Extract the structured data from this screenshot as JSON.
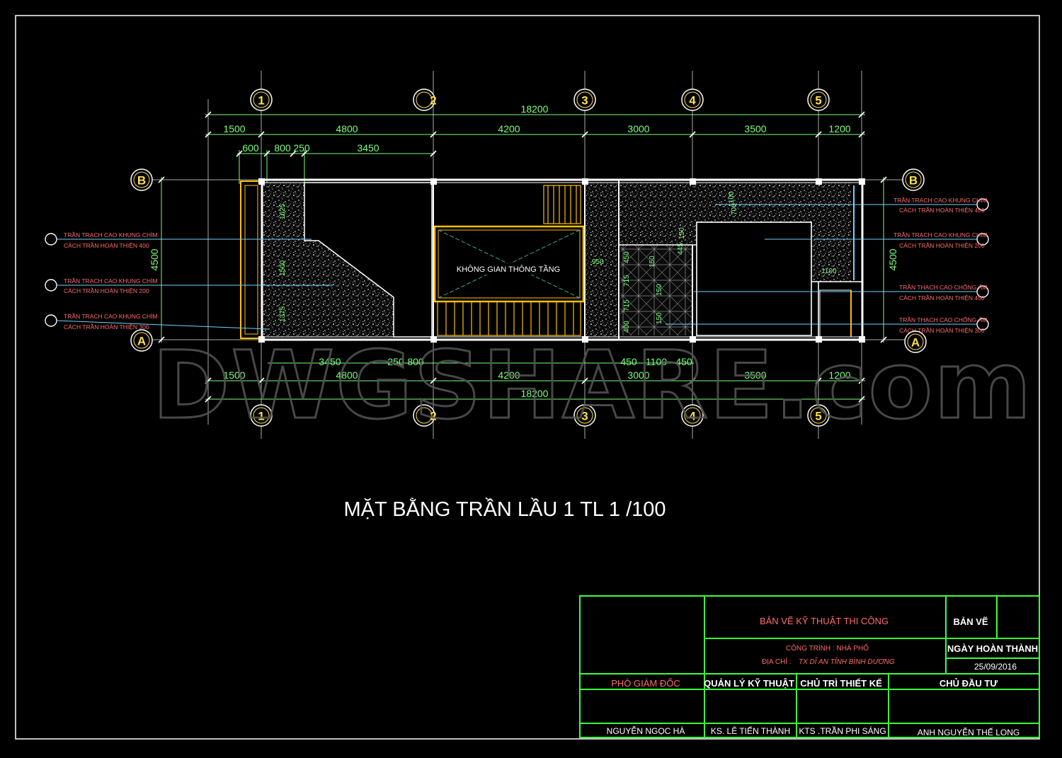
{
  "drawing_title": "MẶT BẰNG TRẦN LẦU 1 TL 1 /100",
  "watermark": "DWGSHARE.com",
  "room_label": "KHÔNG GIAN THÔNG TẦNG",
  "grid_axes": {
    "vertical": [
      "1",
      "2",
      "3",
      "4",
      "5"
    ],
    "horizontal": [
      "B",
      "A"
    ]
  },
  "dimensions": {
    "overall": "18200",
    "top_row": [
      "1500",
      "4800",
      "4200",
      "3000",
      "3500",
      "1200"
    ],
    "top_detail": [
      "600",
      "800",
      "250",
      "3450"
    ],
    "bottom_detail": [
      "3450",
      "250",
      "800",
      "450",
      "1100",
      "450"
    ],
    "bottom_row": [
      "1500",
      "4800",
      "4200",
      "3000",
      "3500",
      "1200"
    ],
    "depth_left": "4500",
    "depth_right": "4500",
    "inner_labels": [
      "1625",
      "1500",
      "1375",
      "950",
      "1100",
      "700",
      "150",
      "450",
      "715",
      "150",
      "715",
      "400",
      "150",
      "445",
      "1100",
      "150"
    ]
  },
  "notes_left": [
    {
      "line1": "TRẦN TRẠCH CAO KHUNG CHÌM",
      "line2": "CÁCH TRẦN HOÀN THIỆN 400"
    },
    {
      "line1": "TRẦN TRẠCH CAO KHUNG CHÌM",
      "line2": "CÁCH TRẦN HOÀN THIỆN 200"
    },
    {
      "line1": "TRẦN TRẠCH CAO KHUNG CHÌM",
      "line2": "CÁCH TRẦN HOÀN THIỆN 300"
    }
  ],
  "notes_right": [
    {
      "line1": "TRẦN TRẠCH CAO KHUNG CHÌM",
      "line2": "CÁCH TRẦN HOÀN THIỆN 400"
    },
    {
      "line1": "TRẦN TRẠCH CAO KHUNG CHÌM",
      "line2": "CÁCH TRẦN HOÀN THIỆN 200"
    },
    {
      "line1": "TRẦN THẠCH CAO CHỐNG ẨM",
      "line2": "CÁCH TRẦN HOÀN THIỆN 450"
    },
    {
      "line1": "TRẦN THẠCH CAO CHỐNG ẨM",
      "line2": "CÁCH TRẦN HOÀN THIỆN 300"
    }
  ],
  "title_block": {
    "heading": "BẢN VẼ KỸ THUẬT THI CÔNG",
    "project": "CÔNG TRÌNH : NHÀ PHỐ",
    "address_label": "ĐỊA CHỈ :",
    "address_value": "TX DĨ AN TỈNH BÌNH DƯƠNG",
    "sheet_label": "BẢN VẼ",
    "completion_label": "NGÀY HOÀN THÀNH",
    "completion_date": "25/09/2016",
    "roles": [
      "PHÓ GIÁM ĐỐC",
      "QUẢN LÝ KỸ THUẬT",
      "CHỦ TRÌ THIẾT KẾ",
      "CHỦ ĐẦU TƯ"
    ],
    "names": [
      "NGUYỄN NGỌC HÀ",
      "KS. LÊ TIẾN THÀNH",
      "KTS .TRẦN PHI SÁNG",
      "ANH NGUYỄN THẾ LONG"
    ]
  },
  "colors": {
    "background": "#000000",
    "dimension": "#7CFF7C",
    "wall": "#FFFFFF",
    "yellow_frame": "#FFC000",
    "grid_bubble": "#FFE14A",
    "note_text": "#FF6B6B",
    "titleblock_line": "#3BFF3B",
    "leader_line": "#6FD3FF"
  }
}
